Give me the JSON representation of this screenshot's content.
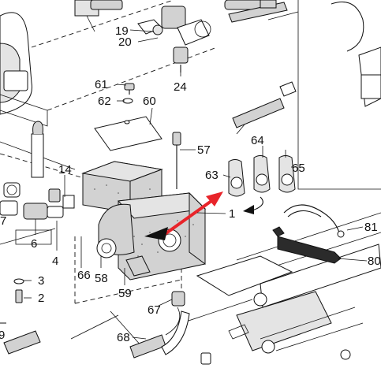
{
  "labels": {
    "n1": "1",
    "n2": "2",
    "n3": "3",
    "n4": "4",
    "n6": "6",
    "n7": "7",
    "n9": "9",
    "n14": "14",
    "n19": "19",
    "n20": "20",
    "n24": "24",
    "n57": "57",
    "n58": "58",
    "n59": "59",
    "n60": "60",
    "n61": "61",
    "n62": "62",
    "n63": "63",
    "n64": "64",
    "n65": "65",
    "n66": "66",
    "n67": "67",
    "n68": "68",
    "n80": "80",
    "n81": "81"
  },
  "colors": {
    "line": "#111111",
    "part_fill": "#d2d2d2",
    "highlight_arrow": "#e8242a"
  }
}
